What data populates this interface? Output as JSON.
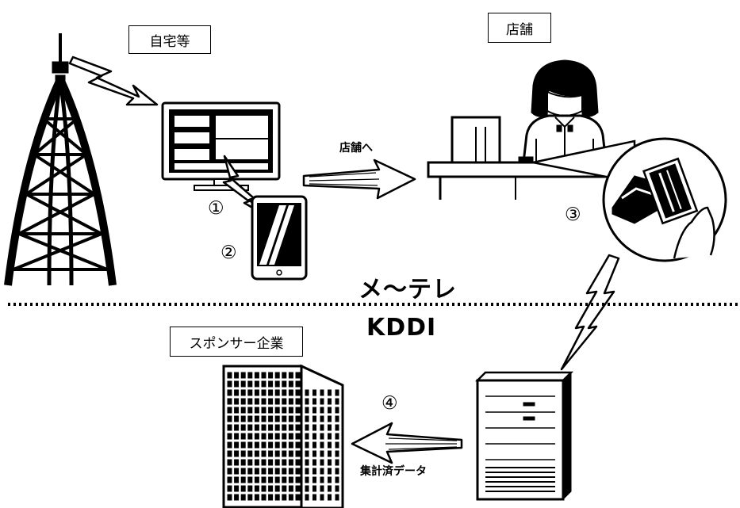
{
  "locations": {
    "home": "自宅等",
    "store": "店舗",
    "sponsor": "スポンサー企業"
  },
  "arrows": {
    "to_store": "店舗へ",
    "aggregated_data": "集計済データ"
  },
  "steps": {
    "s1": "①",
    "s2": "②",
    "s3": "③",
    "s4": "④"
  },
  "divider": {
    "upper": "メ～テレ",
    "lower": "KDDI"
  },
  "icons": {
    "tower": "broadcast-tower-icon",
    "tv": "tv-icon",
    "tablet": "tablet-icon",
    "clerk": "store-clerk-icon",
    "card_reader": "card-reader-icon",
    "server": "server-icon",
    "building": "office-building-icon"
  }
}
